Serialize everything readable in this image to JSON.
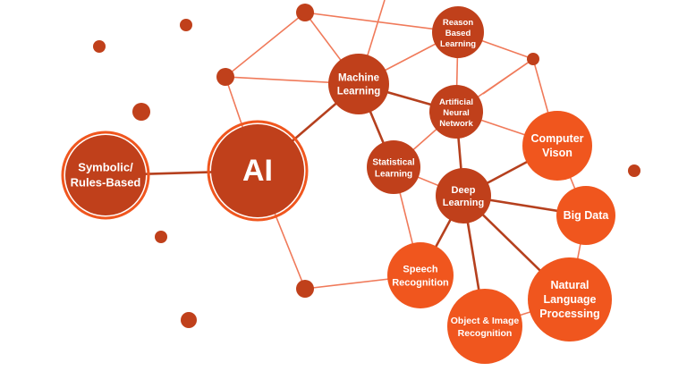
{
  "colors": {
    "dark": "#c0401b",
    "bright": "#f0561e",
    "edge_dark": "#b5401e",
    "edge_light": "#f07a5a",
    "ring": "#f0561e",
    "text": "#ffffff"
  },
  "nodes": {
    "ai": {
      "label": "AI"
    },
    "symbolic": {
      "label": [
        "Symbolic/",
        "Rules-Based"
      ]
    },
    "machine_learning": {
      "label": [
        "Machine",
        "Learning"
      ]
    },
    "statistical_learning": {
      "label": [
        "Statistical",
        "Learning"
      ]
    },
    "reason_based": {
      "label": [
        "Reason",
        "Based",
        "Learning"
      ]
    },
    "artificial_neural": {
      "label": [
        "Artificial",
        "Neural",
        "Network"
      ]
    },
    "deep_learning": {
      "label": [
        "Deep",
        "Learning"
      ]
    },
    "computer_vision": {
      "label": [
        "Computer",
        "Vison"
      ]
    },
    "big_data": {
      "label": [
        "Big Data"
      ]
    },
    "speech_recognition": {
      "label": [
        "Speech",
        "Recognition"
      ]
    },
    "object_image": {
      "label": [
        "Object & Image",
        "Recognition"
      ]
    },
    "nlp": {
      "label": [
        "Natural",
        "Language",
        "Processing"
      ]
    }
  }
}
